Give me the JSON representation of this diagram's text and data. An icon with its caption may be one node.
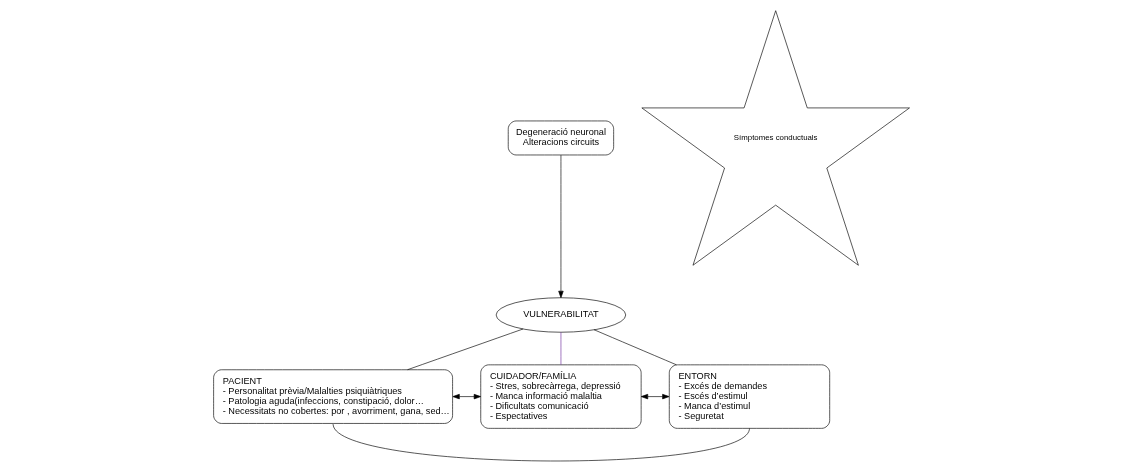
{
  "diagram": {
    "nodes": [
      {
        "text": [
          "Degeneració neuronal",
          "Alteracions circuits"
        ]
      },
      {
        "text": [
          "VULNERABILITAT"
        ]
      },
      {
        "text": [
          "Símptomes conductuals"
        ]
      },
      {
        "text": [
          "PACIENT",
          "- Personalitat prèvia/Malalties psiquiàtriques",
          "- Patologia aguda(infeccions, constipació, dolor…",
          "- Necessitats no cobertes: por , avorriment, gana, sed…"
        ]
      },
      {
        "text": [
          "CUIDADOR/FAMÍLIA",
          "- Stres, sobrecàrrega, depressió",
          "- Manca informació malaltia",
          "- Dificultats comunicació",
          "- Espectatives"
        ]
      },
      {
        "text": [
          "ENTORN",
          "- Excés de demandes",
          "- Escés d’estimul",
          "- Manca d’estimul",
          "- Seguretat"
        ]
      }
    ],
    "edges": [
      {
        "from": 0,
        "to": 1,
        "arrow": "to"
      },
      {
        "from": 1,
        "to": 3,
        "arrow": "none"
      },
      {
        "from": 1,
        "to": 4,
        "arrow": "none",
        "color": "#7030a0"
      },
      {
        "from": 1,
        "to": 5,
        "arrow": "none"
      },
      {
        "from": 3,
        "to": 4,
        "arrow": "both"
      },
      {
        "from": 4,
        "to": 5,
        "arrow": "both"
      },
      {
        "from": 3,
        "to": 5,
        "arrow": "none"
      }
    ]
  }
}
